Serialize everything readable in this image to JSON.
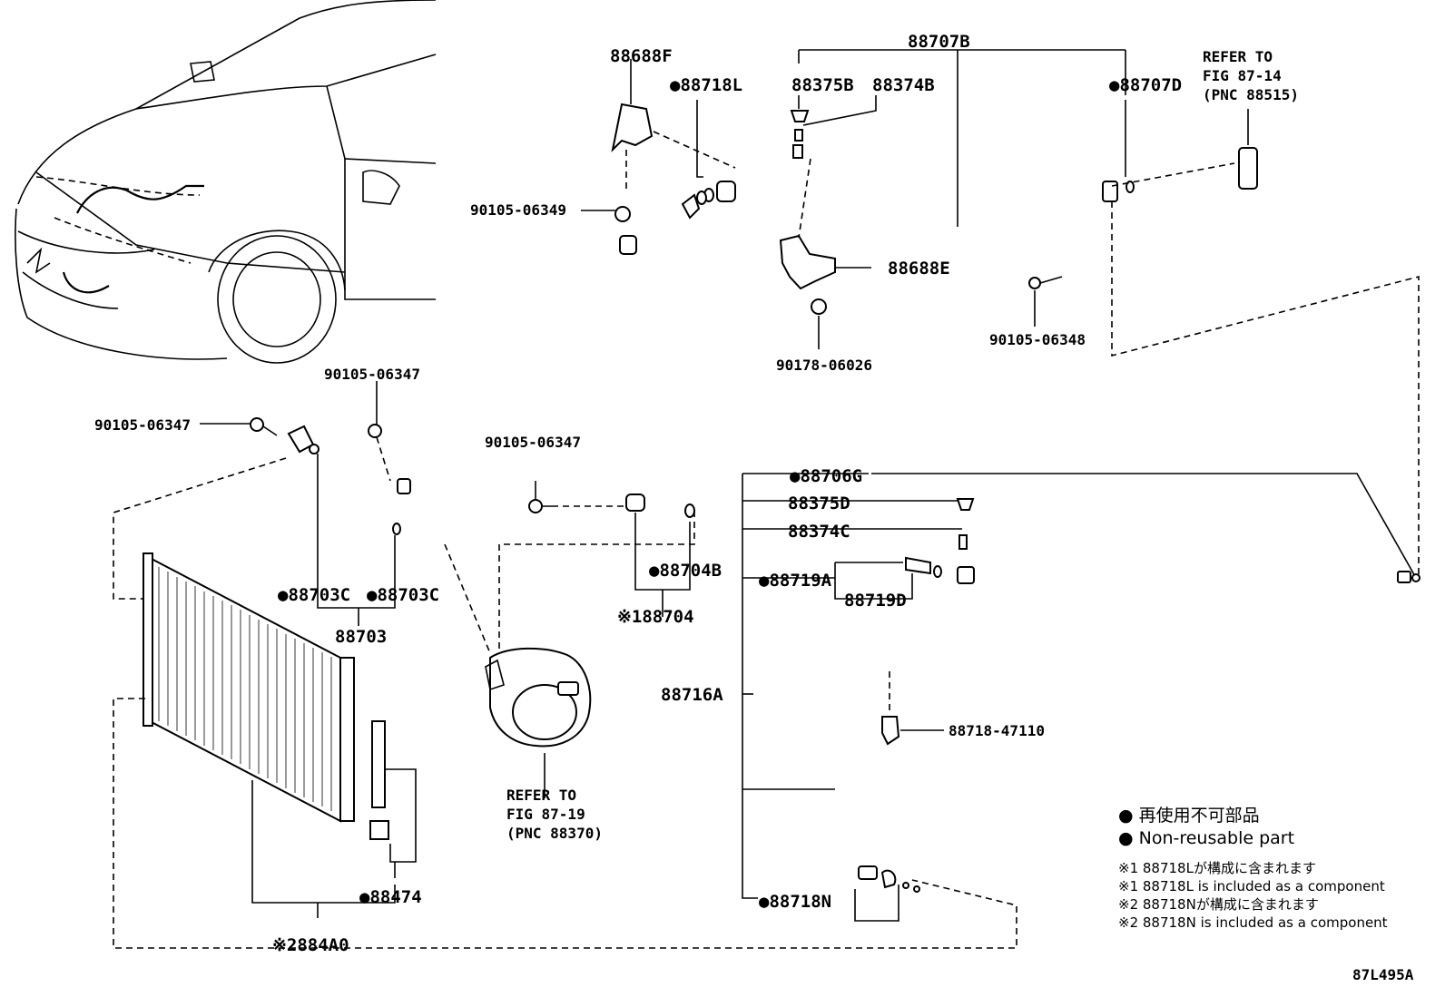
{
  "title": "87L495A",
  "refs": {
    "fig_87_14": [
      "REFER TO",
      "FIG 87-14",
      "(PNC 88515)"
    ],
    "fig_87_19": [
      "REFER TO",
      "FIG 87-19",
      "(PNC 88370)"
    ]
  },
  "parts": {
    "p88707B": "88707B",
    "p88688F": "88688F",
    "p88718L": "●88718L",
    "p88375B": "88375B",
    "p88374B": "88374B",
    "p88707D": "●88707D",
    "p90105_06349": "90105-06349",
    "p88688E": "88688E",
    "p90105_06348": "90105-06348",
    "p90178_06026": "90178-06026",
    "p90105_06347_a": "90105-06347",
    "p90105_06347_b": "90105-06347",
    "p90105_06347_c": "90105-06347",
    "p88703C_a": "●88703C",
    "p88703C_b": "●88703C",
    "p88703": "88703",
    "p88704B": "●88704B",
    "p88704": "※188704",
    "p88706G": "●88706G",
    "p88375D": "88375D",
    "p88374C": "88374C",
    "p88719A": "●88719A",
    "p88719D": "88719D",
    "p88716A": "88716A",
    "p88718_47110": "88718-47110",
    "p88474": "●88474",
    "p884A0": "※2884A0",
    "p88718N": "●88718N"
  },
  "legend": {
    "jp_nonreusable": "● 再使用不可部品",
    "en_nonreusable": "● Non-reusable part",
    "note1_jp": "※1 88718Lが構成に含まれます",
    "note1_en": "※1 88718L is included as a component",
    "note2_jp": "※2 88718Nが構成に含まれます",
    "note2_en": "※2 88718N is included as a component"
  }
}
